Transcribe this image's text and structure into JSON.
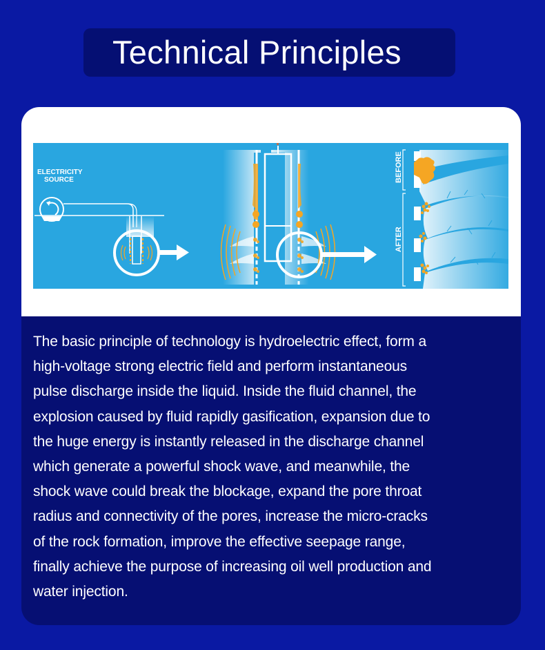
{
  "header": {
    "title": "Technical Principles"
  },
  "diagram": {
    "labels": {
      "electricity_source_line1": "ELECTRICITY",
      "electricity_source_line2": "SOURCE",
      "before": "BEFORE",
      "after": "AFTER"
    },
    "colors": {
      "background": "#29a6e0",
      "accent_orange": "#f5a623",
      "line_white": "#ffffff"
    },
    "icons": [
      "generator-icon",
      "well-pipe-icon",
      "magnify-circle-icon",
      "arrow-right-icon",
      "shock-wave-icon",
      "rock-pore-icon"
    ]
  },
  "description": {
    "lines": [
      "The basic principle of technology is hydroelectric effect, form a",
      "high-voltage strong electric field and perform instantaneous",
      "pulse discharge inside the liquid. Inside the fluid channel, the",
      "explosion caused by fluid rapidly gasification, expansion due to",
      "the huge energy is instantly released in the discharge channel",
      "which generate a powerful shock wave, and meanwhile, the",
      "shock wave could break the blockage, expand the pore throat",
      "radius and connectivity of the pores, increase the micro-cracks",
      "of the rock formation, improve the effective seepage range,",
      "finally achieve the purpose of increasing oil well production and",
      "water injection."
    ]
  },
  "colors": {
    "page_background": "#0a19a3",
    "title_pill": "#050f73",
    "card_text_area": "#060f73",
    "card_top": "#ffffff",
    "text": "#ffffff"
  }
}
